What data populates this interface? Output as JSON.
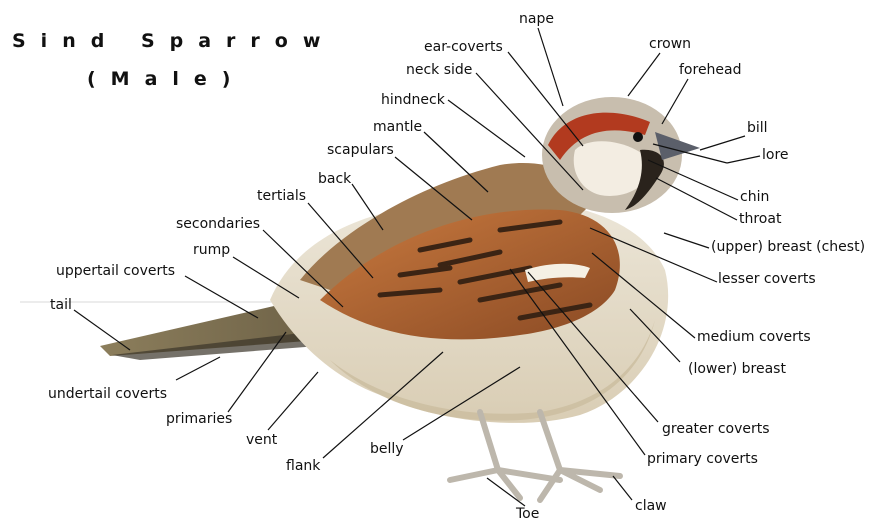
{
  "title": {
    "line1": "Sind Sparrow",
    "line2": "(Male)"
  },
  "labels": {
    "nape": "nape",
    "crown": "crown",
    "ear_coverts": "ear-coverts",
    "forehead": "forehead",
    "neck_side": "neck side",
    "hindneck": "hindneck",
    "bill": "bill",
    "mantle": "mantle",
    "lore": "lore",
    "scapulars": "scapulars",
    "back": "back",
    "chin": "chin",
    "tertials": "tertials",
    "throat": "throat",
    "secondaries": "secondaries",
    "upper_breast": "(upper) breast (chest)",
    "rump": "rump",
    "uppertail_coverts": "uppertail coverts",
    "lesser_coverts": "lesser coverts",
    "tail": "tail",
    "medium_coverts": "medium coverts",
    "lower_breast": "(lower) breast",
    "undertail_coverts": "undertail coverts",
    "primaries": "primaries",
    "greater_coverts": "greater coverts",
    "vent": "vent",
    "belly": "belly",
    "primary_coverts": "primary coverts",
    "flank": "flank",
    "claw": "claw",
    "toe": "Toe"
  }
}
